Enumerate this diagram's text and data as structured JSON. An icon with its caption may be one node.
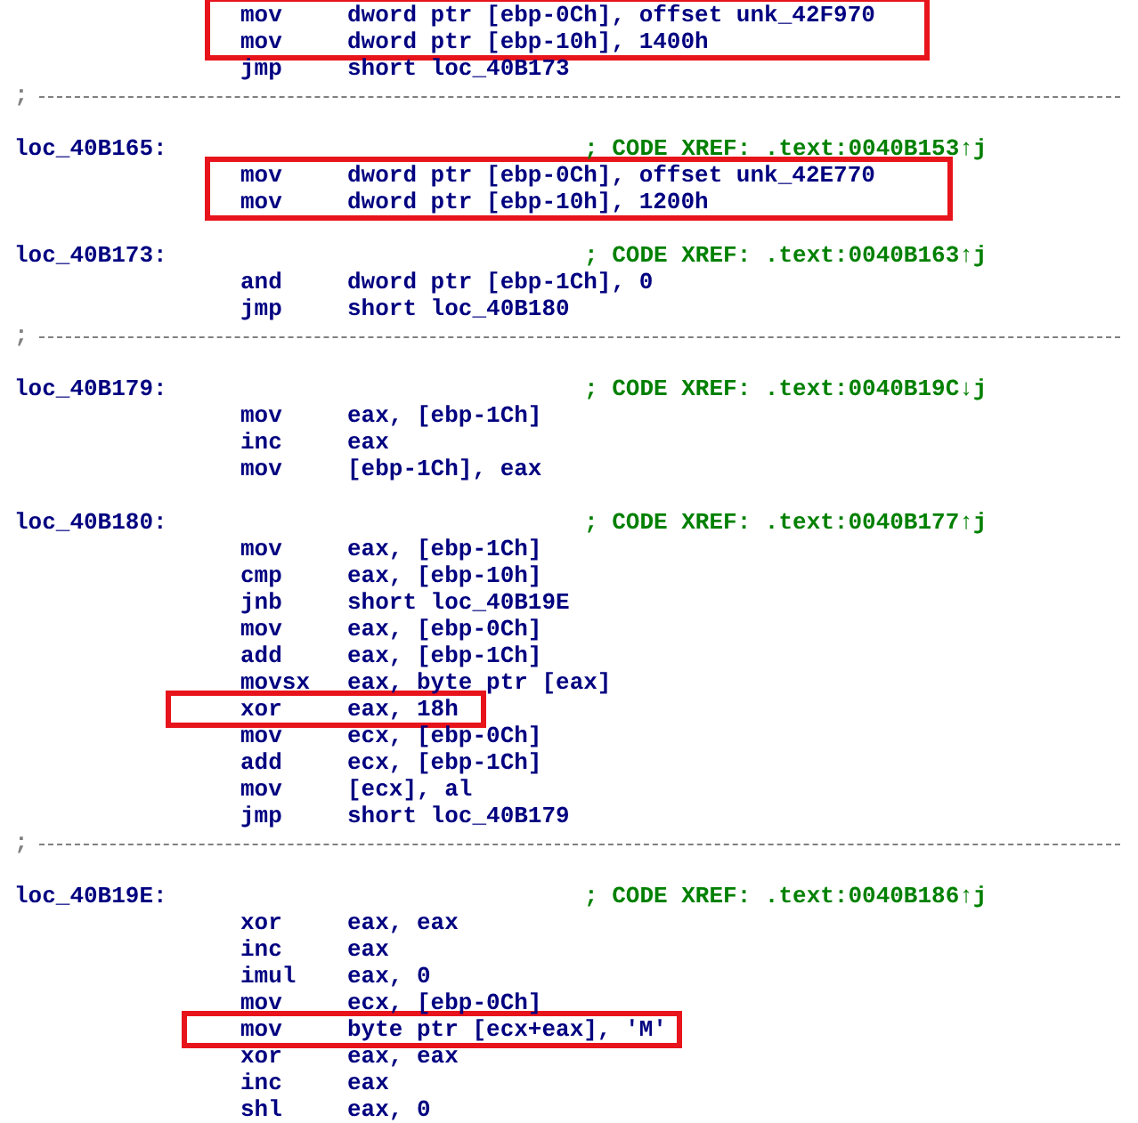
{
  "diagram": {
    "nodes": [
      {
        "text": [
          "mov",
          "dword ptr [ebp-0Ch], offset unk_42F970",
          "mov",
          "dword ptr [ebp-10h], 1400h"
        ]
      },
      {
        "text": [
          "mov",
          "dword ptr [ebp-0Ch], offset unk_42E770",
          "mov",
          "dword ptr [ebp-10h], 1200h"
        ]
      },
      {
        "text": [
          "xor",
          "eax, 18h"
        ]
      },
      {
        "text": [
          "mov",
          "byte ptr [ecx+eax], 'M'"
        ]
      }
    ],
    "labels": [
      "jmp",
      "short loc_40B173",
      ";",
      "loc_40B165:",
      "; CODE XREF: .text:0040B153↑j",
      "loc_40B173:",
      "; CODE XREF: .text:0040B163↑j",
      "and",
      "dword ptr [ebp-1Ch], 0",
      "jmp",
      "short loc_40B180",
      ";",
      "loc_40B179:",
      "; CODE XREF: .text:0040B19C↓j",
      "mov",
      "eax, [ebp-1Ch]",
      "inc",
      "eax",
      "mov",
      "[ebp-1Ch], eax",
      "loc_40B180:",
      "; CODE XREF: .text:0040B177↑j",
      "mov",
      "eax, [ebp-1Ch]",
      "cmp",
      "eax, [ebp-10h]",
      "jnb",
      "short loc_40B19E",
      "mov",
      "eax, [ebp-0Ch]",
      "add",
      "eax, [ebp-1Ch]",
      "movsx",
      "eax, byte ptr [eax]",
      "mov",
      "ecx, [ebp-0Ch]",
      "add",
      "ecx, [ebp-1Ch]",
      "mov",
      "[ecx], al",
      "jmp",
      "short loc_40B179",
      ";",
      "loc_40B19E:",
      "; CODE XREF: .text:0040B186↑j",
      "xor",
      "eax, eax",
      "inc",
      "eax",
      "imul",
      "eax, 0",
      "mov",
      "ecx, [ebp-0Ch]",
      "xor",
      "eax, eax",
      "inc",
      "eax",
      "shl",
      "eax, 0"
    ]
  }
}
